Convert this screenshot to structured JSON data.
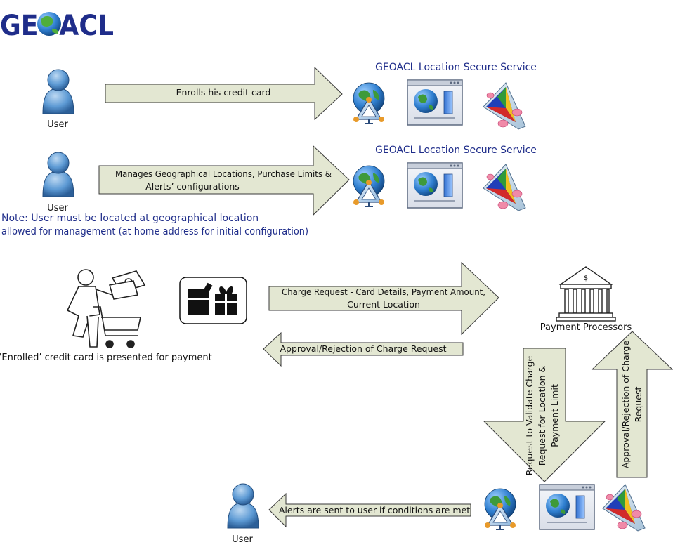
{
  "logo": {
    "text": "GEOACL"
  },
  "row1": {
    "user_label": "User",
    "arrow_text": "Enrolls his credit card",
    "service_title": "GEOACL Location Secure Service"
  },
  "row2": {
    "user_label": "User",
    "arrow_text_line1": "Manages Geographical Locations, Purchase Limits &",
    "arrow_text_line2": "Alerts’ configurations",
    "service_title": "GEOACL Location Secure Service",
    "note_line1": "Note: User must be located at geographical location",
    "note_line2": "allowed for management (at home address for initial configuration)"
  },
  "payment": {
    "card_presented_label": "‘Enrolled’ credit card is presented for payment",
    "charge_request_line1": "Charge Request - Card Details, Payment Amount,",
    "charge_request_line2": "Current Location",
    "approval_text": "Approval/Rejection of Charge Request",
    "processor_label": "Payment Processors",
    "processor_icon_symbol": "$",
    "validate_line1": "Request to Validate Charge",
    "validate_line2": "Request for Location &",
    "validate_line3": "Payment Limit",
    "approval_vertical_line1": "Approval/Rejection of Charge",
    "approval_vertical_line2": "Request"
  },
  "alerts": {
    "arrow_text": "Alerts are sent to user if conditions are met",
    "user_label": "User"
  },
  "colors": {
    "arrow_fill": "#e3e7d2",
    "arrow_stroke": "#3a3a3a",
    "title_blue": "#1f2d8a",
    "user_blue": "#5d9ad4"
  }
}
